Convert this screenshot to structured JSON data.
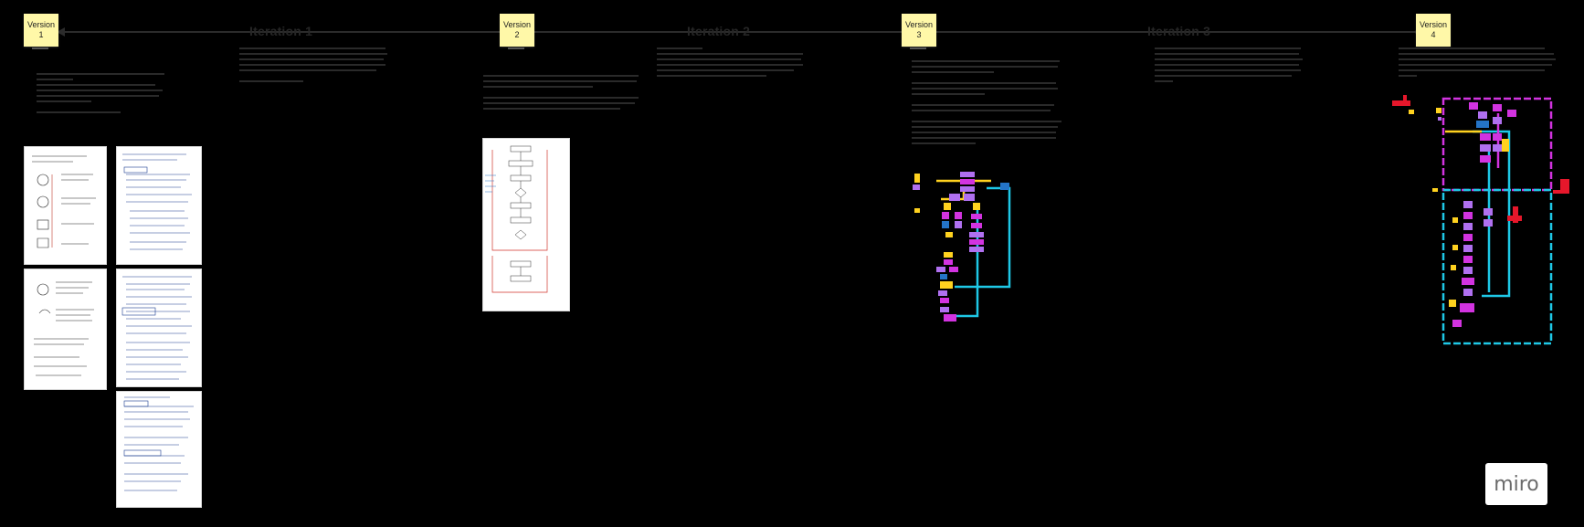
{
  "timeline": {
    "versions": [
      {
        "label": "Version",
        "number": "1"
      },
      {
        "label": "Version",
        "number": "2"
      },
      {
        "label": "Version",
        "number": "3"
      },
      {
        "label": "Version",
        "number": "4"
      }
    ],
    "iterations": [
      "Iteration 1",
      "Iteration 2",
      "Iteration 3"
    ]
  },
  "branding": {
    "logo": "miro"
  },
  "colors": {
    "background": "#000000",
    "sticky": "#fff8a8",
    "cyan": "#1ec8e6",
    "magenta": "#d233e0",
    "yellow": "#ffd21f",
    "red": "#e6172b"
  }
}
